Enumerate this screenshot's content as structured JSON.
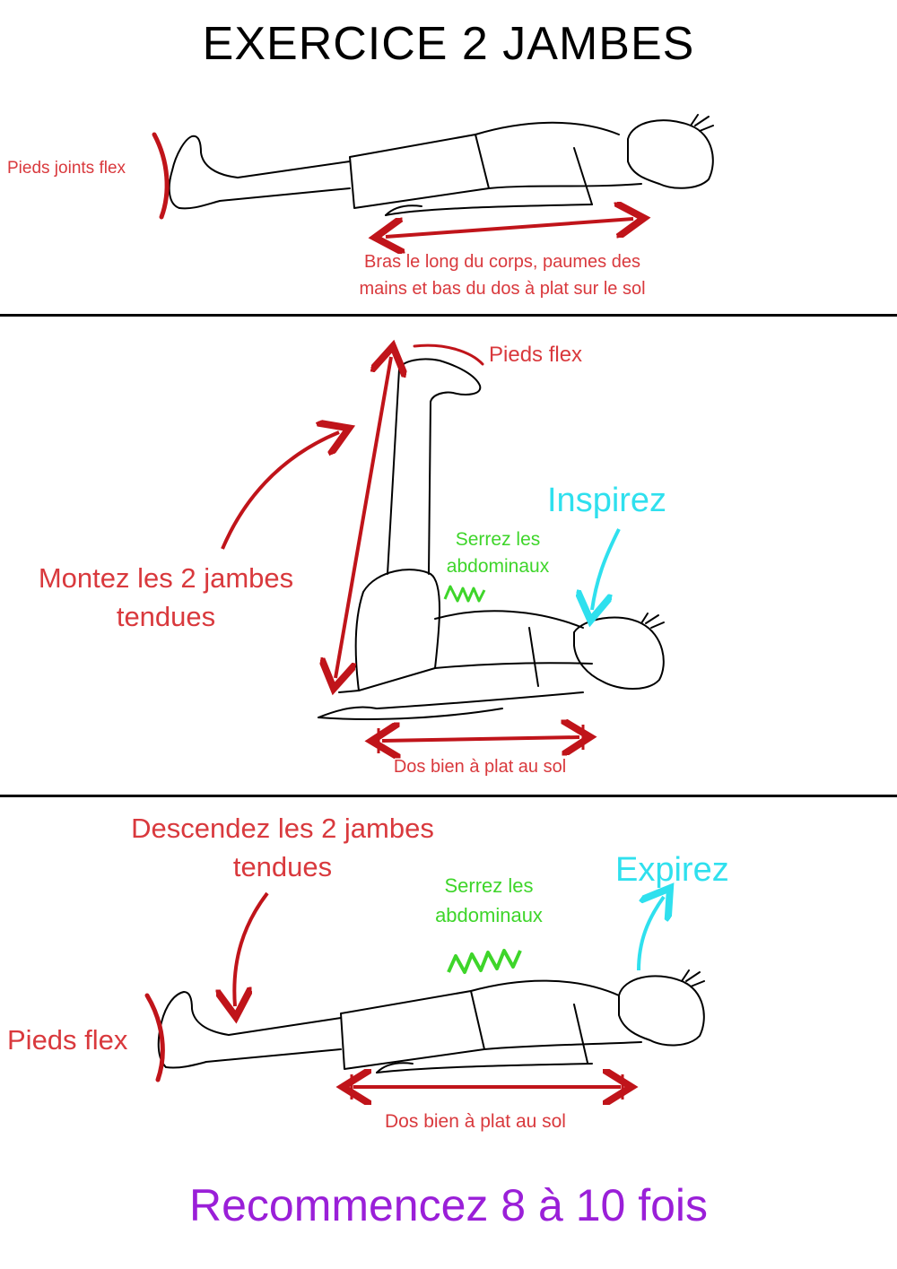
{
  "title": "EXERCICE 2 JAMBES",
  "colors": {
    "annotation_red": "#d9393d",
    "arrow_red": "#c0141a",
    "breath_cyan": "#2fe0ee",
    "abs_green": "#3ed52a",
    "repeat_purple": "#9a1fd8"
  },
  "panel1": {
    "feet_label": "Pieds joints flex",
    "arms_label_line1": "Bras le long du corps, paumes des",
    "arms_label_line2": "mains et bas du dos à plat sur le sol"
  },
  "panel2": {
    "feet_label": "Pieds flex",
    "breath_label": "Inspirez",
    "abs_label_line1": "Serrez les",
    "abs_label_line2": "abdominaux",
    "action_label_line1": "Montez les 2 jambes",
    "action_label_line2": "tendues",
    "back_label": "Dos bien à plat au sol"
  },
  "panel3": {
    "action_label_line1": "Descendez les 2 jambes",
    "action_label_line2": "tendues",
    "breath_label": "Expirez",
    "abs_label_line1": "Serrez les",
    "abs_label_line2": "abdominaux",
    "feet_label": "Pieds flex",
    "back_label": "Dos bien à plat au sol"
  },
  "footer": "Recommencez 8 à 10 fois"
}
